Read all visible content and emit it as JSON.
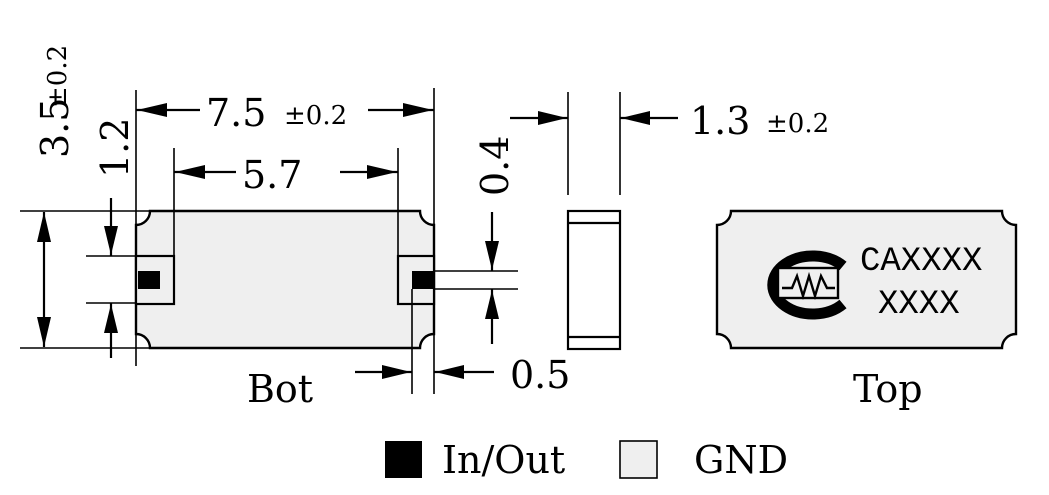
{
  "dimensions": {
    "width_total": {
      "value": "7.5",
      "tol": "±0.2"
    },
    "width_inner": "5.7",
    "height_total": {
      "value": "3.5",
      "tol": "±0.2"
    },
    "pad_height": "1.2",
    "pad_gap": "0.4",
    "pad_width": "0.5",
    "thickness": {
      "value": "1.3",
      "tol": "±0.2"
    }
  },
  "views": {
    "bottom": "Bot",
    "top": "Top"
  },
  "marking": {
    "line1": "CAXXXX",
    "line2": "XXXX"
  },
  "legend": {
    "inout": "In/Out",
    "gnd": "GND"
  },
  "colors": {
    "ink": "#000000",
    "fill": "#efefef"
  }
}
